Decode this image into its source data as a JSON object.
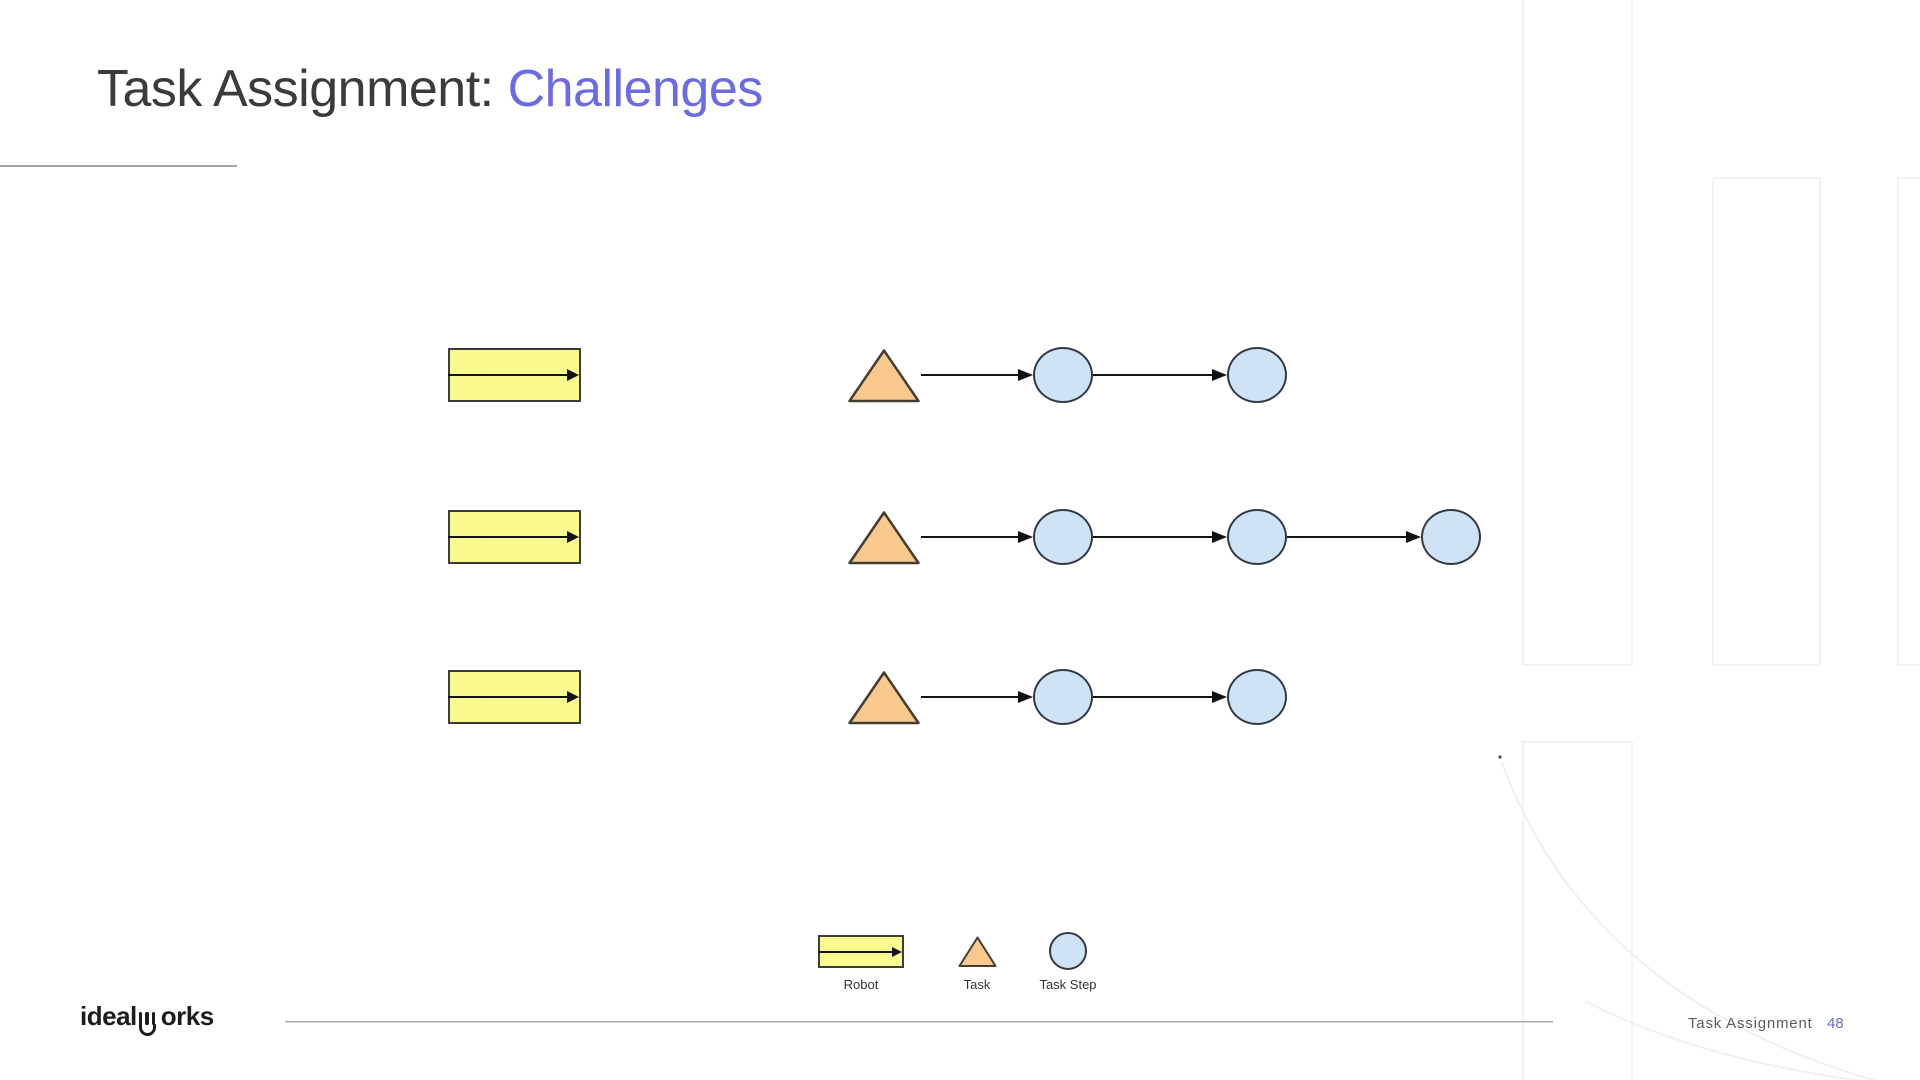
{
  "slide": {
    "title": {
      "prefix": "Task Assignment: ",
      "accent": "Challenges"
    },
    "logo": {
      "part1": "ideal",
      "part2": "orks",
      "full": "idealworks"
    },
    "footer_section": "Task Assignment",
    "page_number": "48"
  },
  "colors": {
    "title_text": "#3b3b3b",
    "title_accent": "#6b6be4",
    "robot_fill": "#fbfa8e",
    "task_fill": "#f9c88c",
    "task_step_fill": "#cfe3f7",
    "shape_stroke": "#3a3d38",
    "arrow": "#121212",
    "page_number": "#6e6ec8"
  },
  "diagram": {
    "rows": [
      {
        "task_steps": 2
      },
      {
        "task_steps": 3
      },
      {
        "task_steps": 2
      }
    ]
  },
  "legend": {
    "items": [
      {
        "shape": "robot",
        "label": "Robot"
      },
      {
        "shape": "task",
        "label": "Task"
      },
      {
        "shape": "task-step",
        "label": "Task Step"
      }
    ]
  }
}
